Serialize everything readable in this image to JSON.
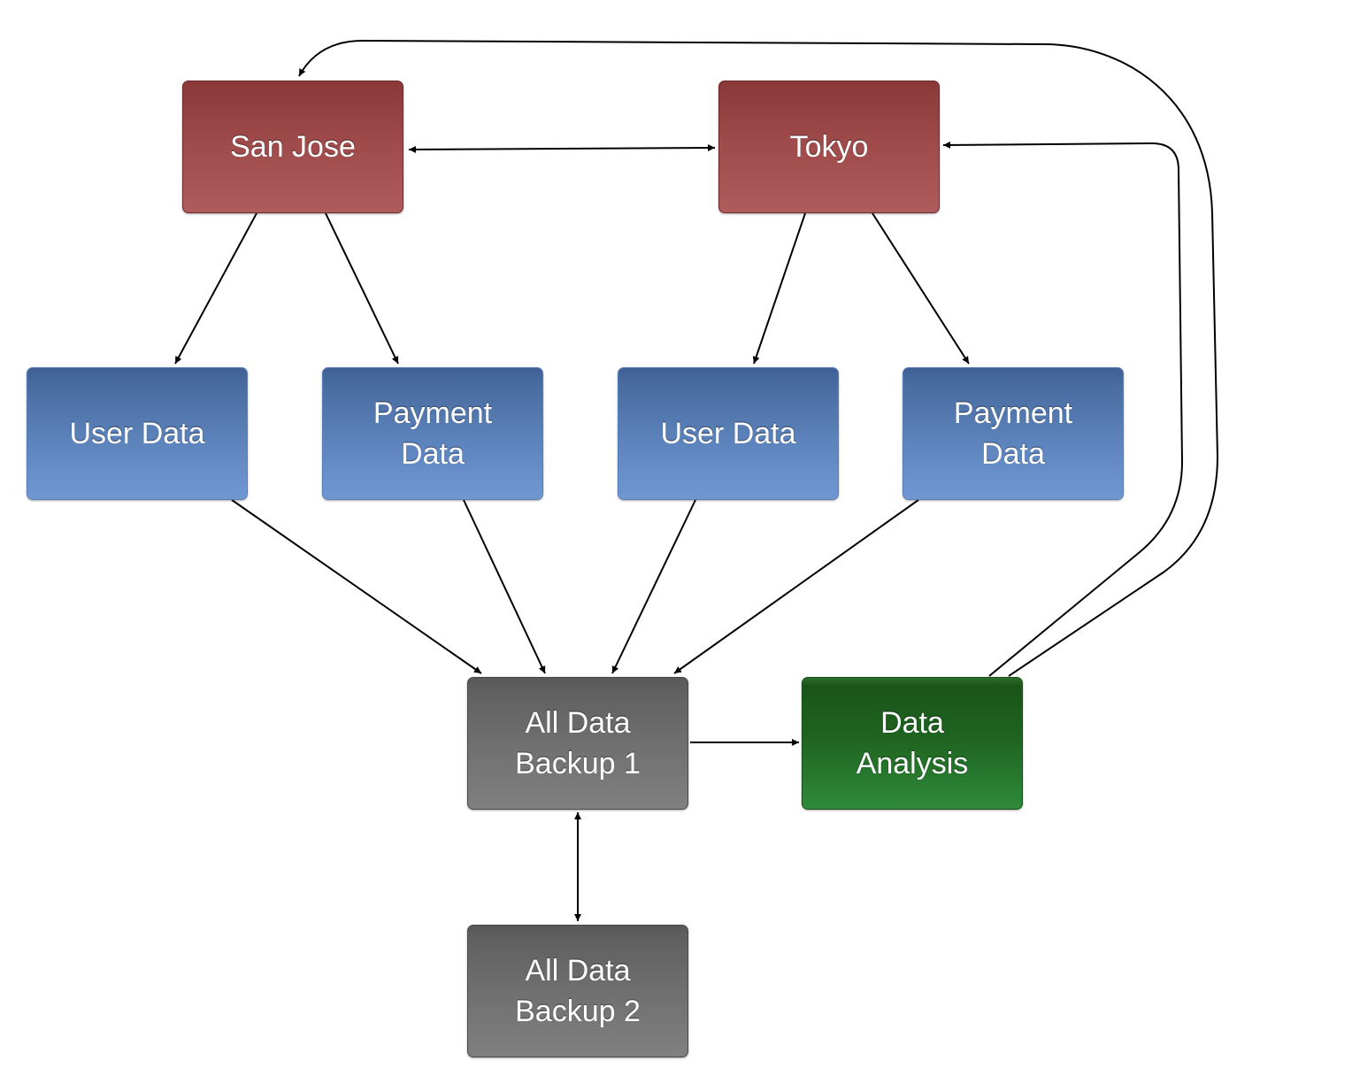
{
  "nodes": {
    "san_jose": "San Jose",
    "tokyo": "Tokyo",
    "sj_user_data": "User Data",
    "sj_payment_data": "Payment Data",
    "tk_user_data": "User Data",
    "tk_payment_data": "Payment Data",
    "backup_1": "All Data Backup 1",
    "data_analysis": "Data Analysis",
    "backup_2": "All Data Backup 2"
  },
  "edges": [
    {
      "from": "san_jose",
      "to": "tokyo",
      "direction": "both"
    },
    {
      "from": "san_jose",
      "to": "sj_user_data",
      "direction": "forward"
    },
    {
      "from": "san_jose",
      "to": "sj_payment_data",
      "direction": "forward"
    },
    {
      "from": "tokyo",
      "to": "tk_user_data",
      "direction": "forward"
    },
    {
      "from": "tokyo",
      "to": "tk_payment_data",
      "direction": "forward"
    },
    {
      "from": "sj_user_data",
      "to": "backup_1",
      "direction": "forward"
    },
    {
      "from": "sj_payment_data",
      "to": "backup_1",
      "direction": "forward"
    },
    {
      "from": "tk_user_data",
      "to": "backup_1",
      "direction": "forward"
    },
    {
      "from": "tk_payment_data",
      "to": "backup_1",
      "direction": "forward"
    },
    {
      "from": "backup_1",
      "to": "data_analysis",
      "direction": "forward"
    },
    {
      "from": "backup_1",
      "to": "backup_2",
      "direction": "both"
    },
    {
      "from": "data_analysis",
      "to": "tokyo",
      "direction": "forward"
    },
    {
      "from": "data_analysis",
      "to": "san_jose",
      "direction": "forward"
    }
  ],
  "colors": {
    "location": "#9e4a4a",
    "data": "#5a80b8",
    "backup": "#6f6f6f",
    "analysis": "#1f6320",
    "connector": "#000000"
  }
}
